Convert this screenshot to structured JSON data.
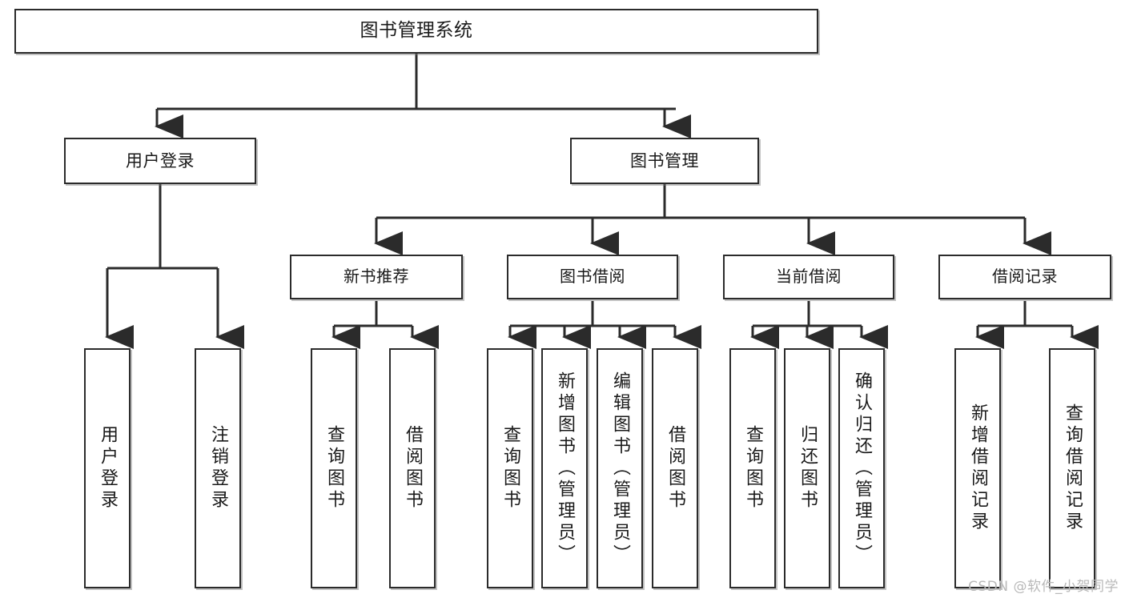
{
  "diagram": {
    "title": "图书管理系统",
    "type": "tree",
    "watermark": "CSDN @软件_小贺同学",
    "colors": {
      "box_border": "#2b2b2b",
      "box_fill": "#ffffff",
      "connector": "#2b2b2b",
      "shadow": "#787878",
      "watermark_text": "#b9b9b9",
      "background": "#ffffff"
    },
    "root": {
      "label": "图书管理系统"
    },
    "level2": [
      {
        "label": "用户登录"
      },
      {
        "label": "图书管理"
      }
    ],
    "level3": [
      {
        "label": "新书推荐"
      },
      {
        "label": "图书借阅"
      },
      {
        "label": "当前借阅"
      },
      {
        "label": "借阅记录"
      }
    ],
    "leaves": {
      "user_login": [
        {
          "label": "用户登录"
        },
        {
          "label": "注销登录"
        }
      ],
      "new_book": [
        {
          "label": "查询图书"
        },
        {
          "label": "借阅图书"
        }
      ],
      "book_borrow": [
        {
          "label": "查询图书"
        },
        {
          "label": "新增图书（管理员）"
        },
        {
          "label": "编辑图书（管理员）"
        },
        {
          "label": "借阅图书"
        }
      ],
      "current_borrow": [
        {
          "label": "查询图书"
        },
        {
          "label": "归还图书"
        },
        {
          "label": "确认归还（管理员）"
        }
      ],
      "borrow_record": [
        {
          "label": "新增借阅记录"
        },
        {
          "label": "查询借阅记录"
        }
      ]
    }
  }
}
